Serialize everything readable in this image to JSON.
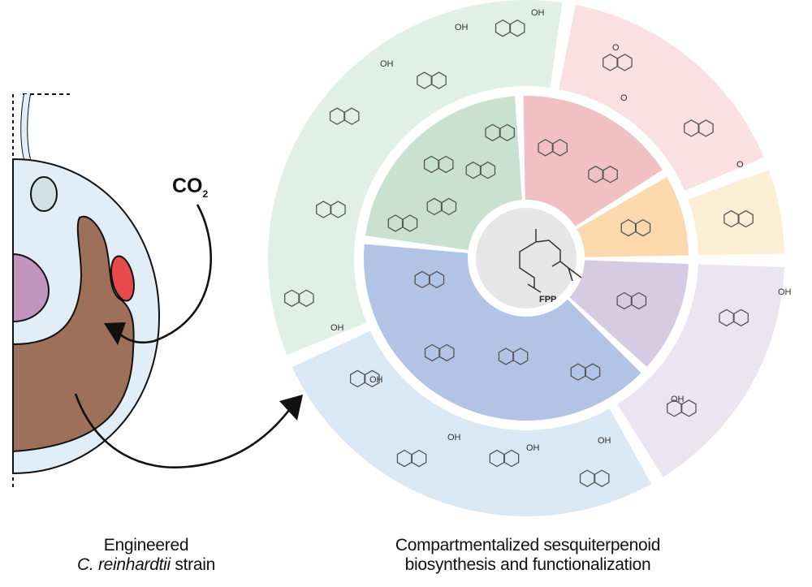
{
  "cell": {
    "co2_label": "CO",
    "co2_subscript": "2",
    "colors": {
      "cell_body": "#e2eef7",
      "chloroplast": "#9e7059",
      "eyespot": "#e64a4a",
      "nucleus": "#c195bd",
      "vacuole": "#d0e0e6",
      "outline": "#111111"
    }
  },
  "center": {
    "label": "FPP",
    "color": "#e6e6e6"
  },
  "inner_ring": [
    {
      "name": "guaiane-type-sesquiterpenes",
      "color": "#c8e2cf",
      "molecules": 5
    },
    {
      "name": "red-sesquiterpenes",
      "color": "#f0c0c2",
      "molecules": 2
    },
    {
      "name": "orange-sesquiterpene",
      "color": "#fbd9ac",
      "molecules": 1
    },
    {
      "name": "purple-sesquiterpene",
      "color": "#d7cae3",
      "molecules": 1
    },
    {
      "name": "cadinene-type-sesquiterpenes",
      "color": "#b1c4e5",
      "molecules": 4
    }
  ],
  "outer_ring": [
    {
      "name": "oxidized-guaiane-products",
      "color": "#e1f0e6",
      "molecules": 5,
      "labels": [
        "OH",
        "OH",
        "OH",
        "OH"
      ]
    },
    {
      "name": "oxidized-red-products",
      "color": "#fae0e3",
      "molecules": 2,
      "labels": [
        "O",
        "O"
      ]
    },
    {
      "name": "oxidized-orange-product",
      "color": "#fdeed6",
      "molecules": 1,
      "labels": [
        "O"
      ]
    },
    {
      "name": "oxidized-purple-products",
      "color": "#ebe5f2",
      "molecules": 2,
      "labels": [
        "OH",
        "OH"
      ]
    },
    {
      "name": "oxidized-cadinene-products",
      "color": "#d9e8f4",
      "molecules": 4,
      "labels": [
        "OH",
        "OH",
        "OH",
        "OH"
      ]
    }
  ],
  "captions": {
    "left_line1": "Engineered",
    "left_species": "C. reinhardtii",
    "left_suffix": " strain",
    "right_line1": "Compartmentalized sesquiterpenoid",
    "right_line2": "biosynthesis and functionalization"
  }
}
